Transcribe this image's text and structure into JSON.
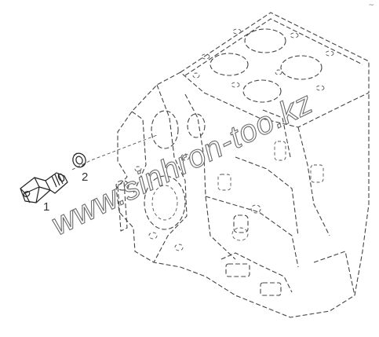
{
  "callouts": [
    {
      "label": "1",
      "part": "threaded adapter fitting"
    },
    {
      "label": "2",
      "part": "sealing washer"
    }
  ],
  "watermark": "www.sinhron-too.kz",
  "corner_mark": "~",
  "colors": {
    "line": "#444444",
    "background": "#ffffff",
    "watermark_outline": "#6a6a6a"
  }
}
